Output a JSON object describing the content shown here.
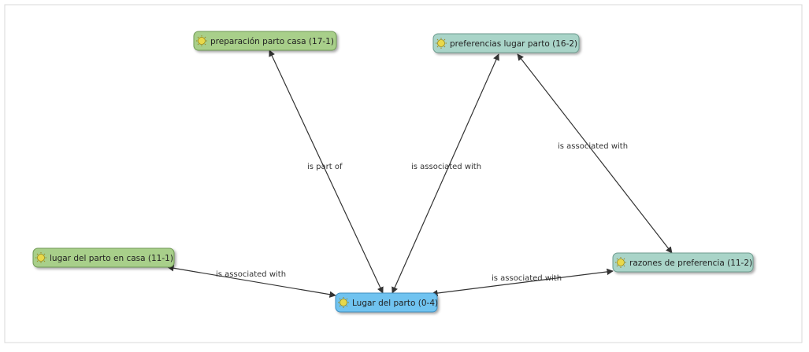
{
  "nodes": [
    {
      "id": "n1",
      "label": "preparación parto casa (17-1)",
      "fill": "#a8cf8a",
      "stroke": "#6f9a55"
    },
    {
      "id": "n2",
      "label": "preferencias lugar parto (16-2)",
      "fill": "#a9d4c8",
      "stroke": "#6f9d90"
    },
    {
      "id": "n3",
      "label": "lugar del parto en casa (11-1)",
      "fill": "#a8cf8a",
      "stroke": "#6f9a55"
    },
    {
      "id": "n4",
      "label": "razones de preferencia (11-2)",
      "fill": "#a9d4c8",
      "stroke": "#6f9d90"
    },
    {
      "id": "n5",
      "label": "Lugar del parto (0-4)",
      "fill": "#6fc3f0",
      "stroke": "#3f8fc0"
    }
  ],
  "edges": [
    {
      "id": "e1",
      "label": "is part of"
    },
    {
      "id": "e2",
      "label": "is associated with"
    },
    {
      "id": "e3",
      "label": "is associated with"
    },
    {
      "id": "e4",
      "label": "is associated with"
    },
    {
      "id": "e5",
      "label": "is associated with"
    }
  ],
  "colors": {
    "edge": "#333333",
    "text": "#222222",
    "icon": "#e8d84a"
  }
}
